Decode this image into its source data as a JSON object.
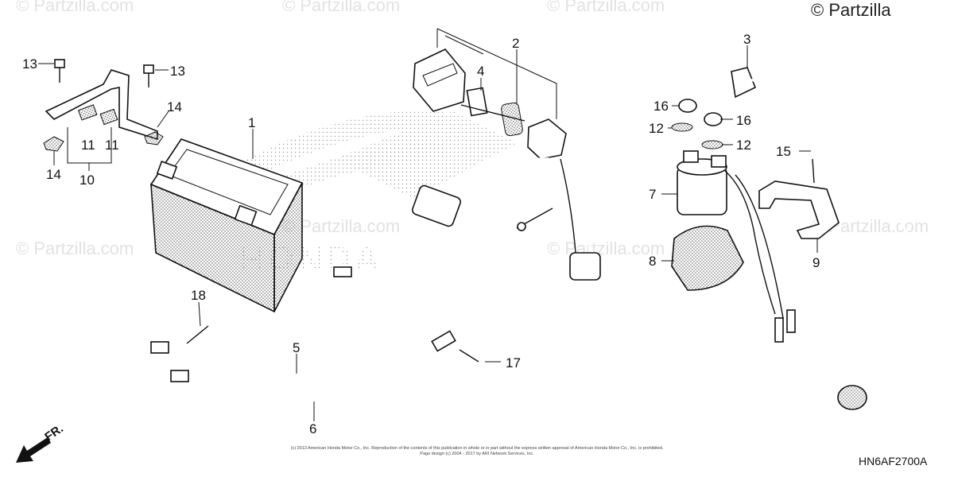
{
  "watermark": {
    "text": "© Partzilla.com",
    "corner_text": "© Partzilla"
  },
  "diagram": {
    "code": "HN6AF2700A",
    "front_indicator": "FR.",
    "brand_mark": "HONDA",
    "copyright_line1": "(c) 2013 American Honda Motor Co., Inc. Reproduction of the contents of this publication in whole or in part without the express written approval of American Honda Motor Co., Inc. is prohibited.",
    "copyright_line2": "Page design (c) 2004 - 2017 by ARI Network Services, Inc."
  },
  "callouts": {
    "c1": "1",
    "c2": "2",
    "c3": "3",
    "c4": "4",
    "c5": "5",
    "c6": "6",
    "c7": "7",
    "c8": "8",
    "c9": "9",
    "c10": "10",
    "c11a": "11",
    "c11b": "11",
    "c12a": "12",
    "c12b": "12",
    "c13a": "13",
    "c13b": "13",
    "c14a": "14",
    "c14b": "14",
    "c15": "15",
    "c16a": "16",
    "c16b": "16",
    "c17": "17",
    "c18": "18"
  }
}
